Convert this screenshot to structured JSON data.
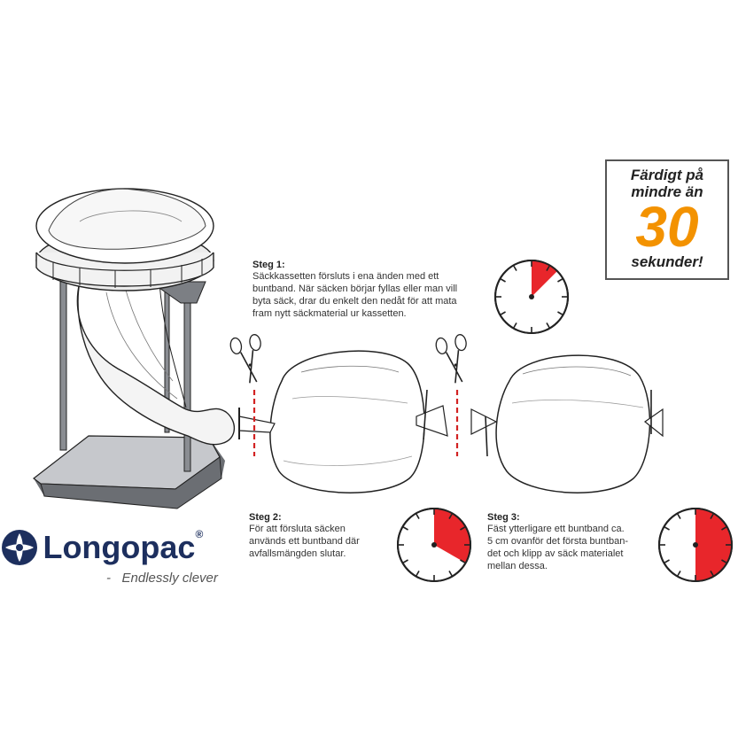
{
  "badge": {
    "line1": "Färdigt på",
    "line2": "mindre än",
    "number": "30",
    "line3": "sekunder!",
    "number_color": "#f39200"
  },
  "steps": [
    {
      "title": "Steg 1:",
      "text": [
        "Säckkassetten försluts i ena änden med ett",
        "buntband. När säcken börjar fyllas eller man vill",
        "byta säck, drar du enkelt den nedåt för att mata",
        "fram nytt säckmaterial ur kassetten."
      ],
      "clock_fraction": 0.125
    },
    {
      "title": "Steg 2:",
      "text": [
        "För att försluta säcken",
        "används ett buntband där",
        "avfallsmängden slutar."
      ],
      "clock_fraction": 0.333
    },
    {
      "title": "Steg 3:",
      "text": [
        "Fäst ytterligare ett buntband ca.",
        "5 cm ovanför det första buntban-",
        "det och klipp av säck materialet",
        "mellan dessa."
      ],
      "clock_fraction": 0.5
    }
  ],
  "brand": {
    "name": "Longopac",
    "registered": "®",
    "tagline_dash": "-",
    "tagline": "Endlessly clever",
    "color": "#1d2f5e"
  },
  "colors": {
    "clock_fill": "#e8262b",
    "cut_line": "#d22222",
    "stand_base": "#6b6e73"
  }
}
